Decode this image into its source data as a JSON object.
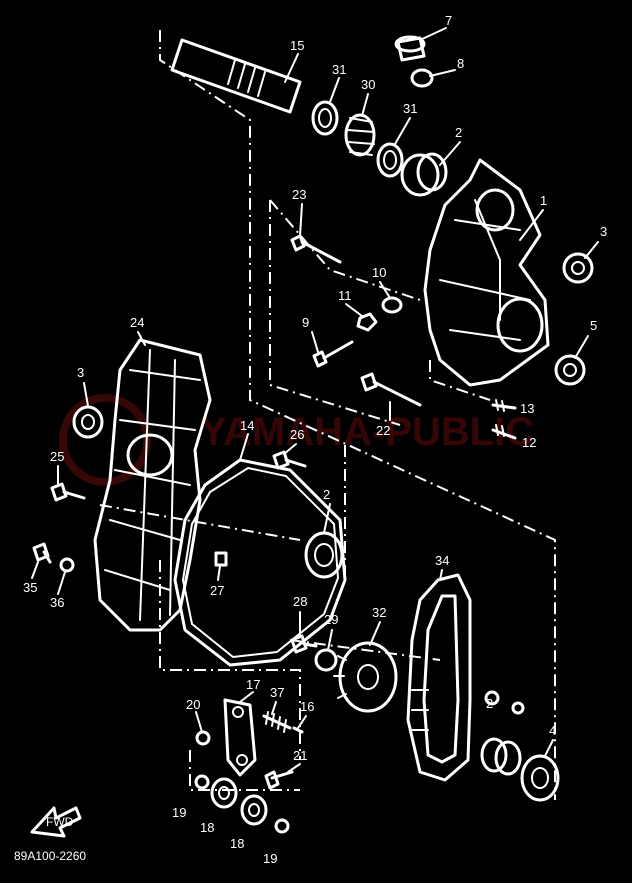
{
  "callouts": [
    "1",
    "2",
    "3",
    "5",
    "7",
    "8",
    "9",
    "10",
    "11",
    "12",
    "13",
    "15",
    "22",
    "23",
    "30",
    "31",
    "31",
    "2",
    "3",
    "14",
    "16",
    "17",
    "18",
    "18",
    "19",
    "19",
    "20",
    "21",
    "24",
    "25",
    "26",
    "27",
    "28",
    "29",
    "32",
    "34",
    "35",
    "36",
    "37",
    "4",
    "2"
  ],
  "diagram_code": "89A100-2260",
  "fwd_label": "FWD",
  "watermark_text": "YAMAHA-PUBLIC",
  "colors": {
    "background": "#000000",
    "lines": "#ffffff",
    "watermark": "#c01818"
  }
}
